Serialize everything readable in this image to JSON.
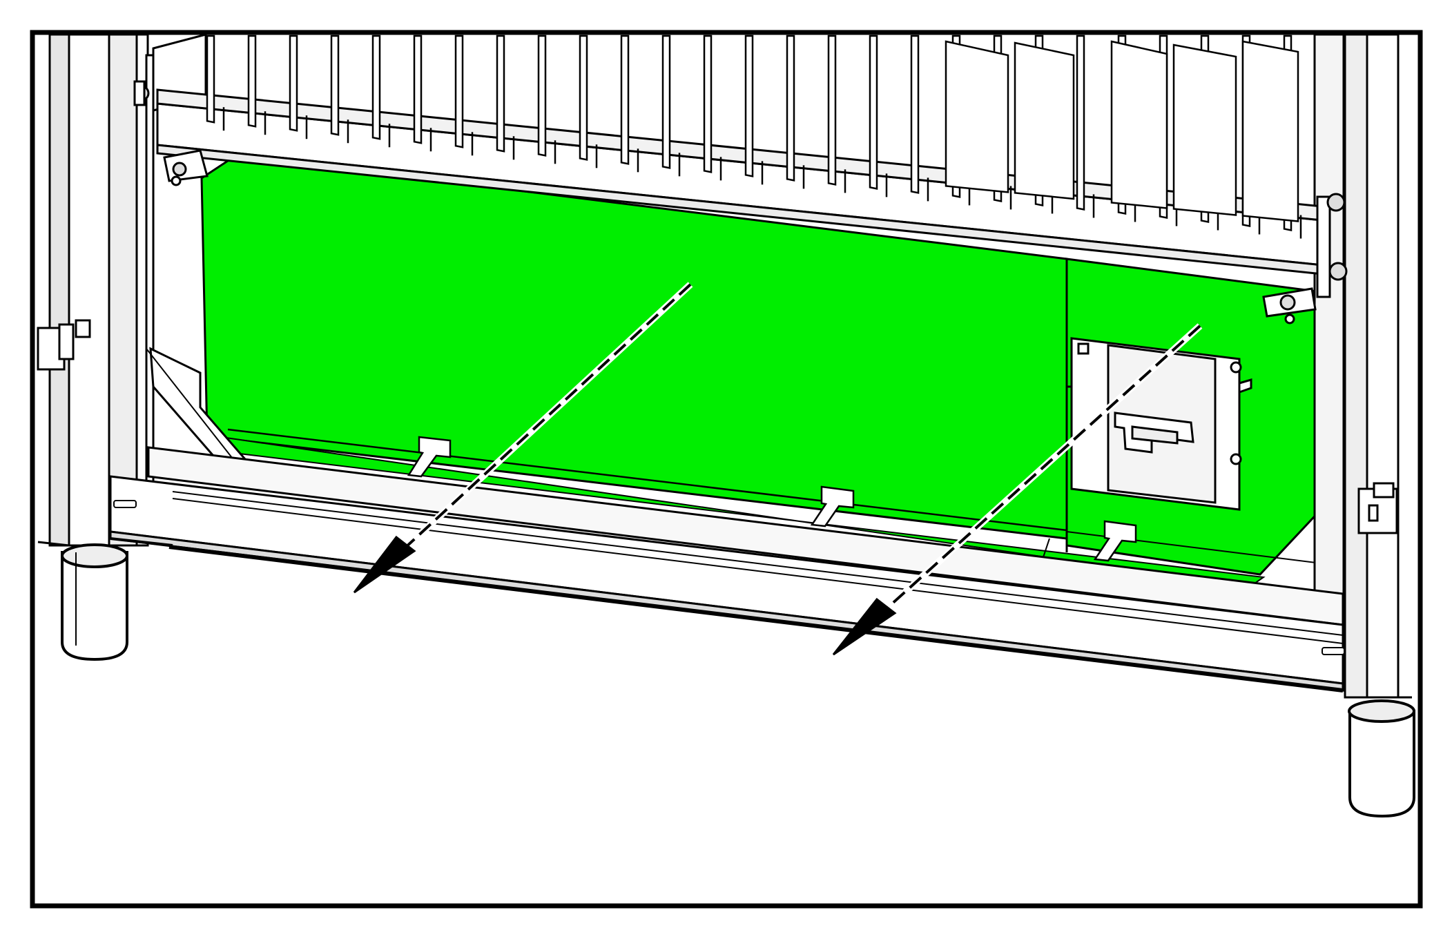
{
  "figure": {
    "kind": "technical-illustration",
    "subject": "cabinet-bottom-cover-plate-removal",
    "colors": {
      "background": "#ffffff",
      "line": "#000000",
      "highlight": "#00ee00",
      "metal_shade": "#d9d9d9"
    },
    "highlighted_part": "bottom-cover-plate",
    "arrows": [
      {
        "name": "removal-arrow-left",
        "style": "dashed",
        "direction": "down-left"
      },
      {
        "name": "removal-arrow-right",
        "style": "dashed",
        "direction": "down-left"
      }
    ]
  }
}
